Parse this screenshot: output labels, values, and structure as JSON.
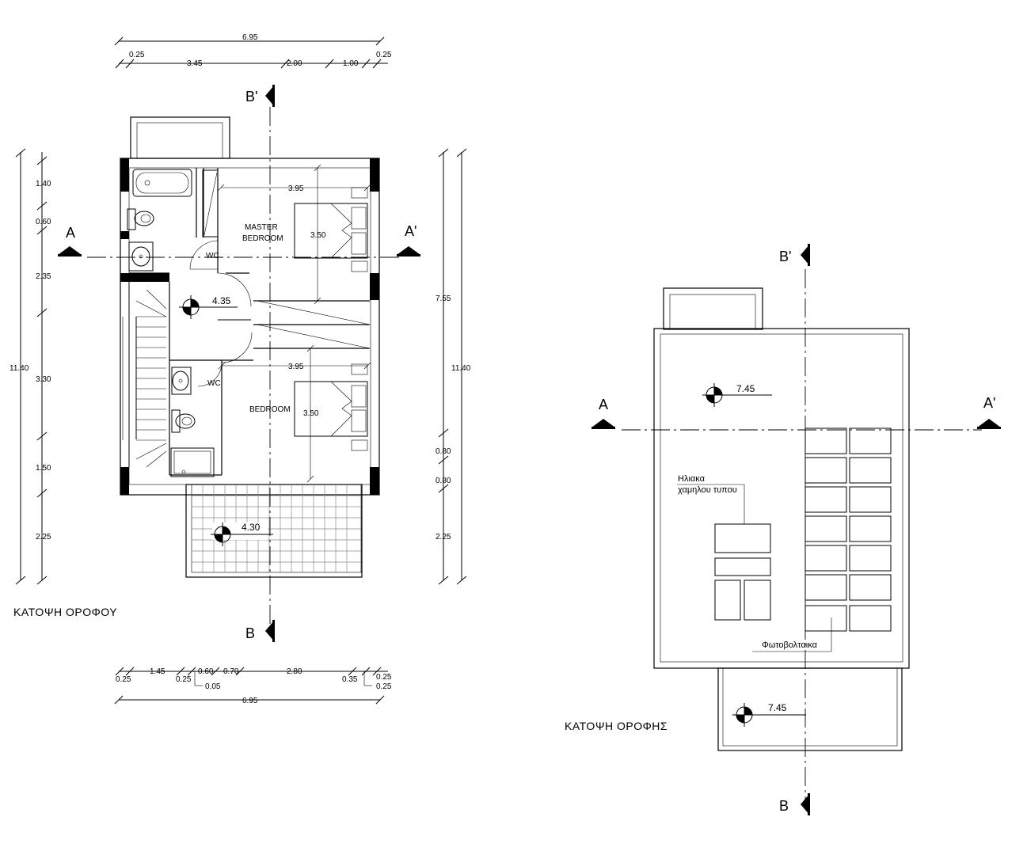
{
  "floor_plan": {
    "title": "ΚΑΤΟΨΗ ΟΡΟΦΟΥ",
    "rooms": {
      "master_line1": "MASTER",
      "master_line2": "BEDROOM",
      "bedroom": "BEDROOM",
      "wc1": "WC",
      "wc2": "WC"
    },
    "levels": {
      "hall": "4.35",
      "balcony": "4.30"
    },
    "dims_top": {
      "total": "6.95",
      "a": "0.25",
      "b": "3.45",
      "c": "2.00",
      "d": "1.00",
      "e": "0.25"
    },
    "dims_bottom": {
      "total": "6.95",
      "a": "1.45",
      "b": "0.60",
      "c": "0.70",
      "d": "2.80",
      "e": "0.25",
      "f": "0.25",
      "g": "0.05",
      "h": "0.35",
      "i": "0.25",
      "j": "0.25"
    },
    "dims_left": {
      "total": "11.40",
      "a": "1.40",
      "b": "0.60",
      "c": "2.35",
      "d": "3.30",
      "e": "1.50",
      "f": "2.25"
    },
    "dims_right": {
      "total": "11.40",
      "a": "7.55",
      "b": "0.80",
      "c": "0.80",
      "d": "2.25"
    },
    "dims_inner": {
      "w1": "3.95",
      "h1": "3.50",
      "w2": "3.95",
      "h2": "3.50"
    },
    "sections": {
      "a": "A",
      "a_prime": "A'",
      "b": "B",
      "b_prime": "B'"
    }
  },
  "roof_plan": {
    "title": "ΚΑΤΟΨΗ ΟΡΟΦΗΣ",
    "levels": {
      "roof": "7.45",
      "lower": "7.45"
    },
    "solar_heater_line1": "Ηλιακα",
    "solar_heater_line2": "χαμηλου τυπου",
    "photovoltaics": "Φωτοβολταικα",
    "sections": {
      "a": "A",
      "a_prime": "A'",
      "b": "B",
      "b_prime": "B'"
    }
  }
}
